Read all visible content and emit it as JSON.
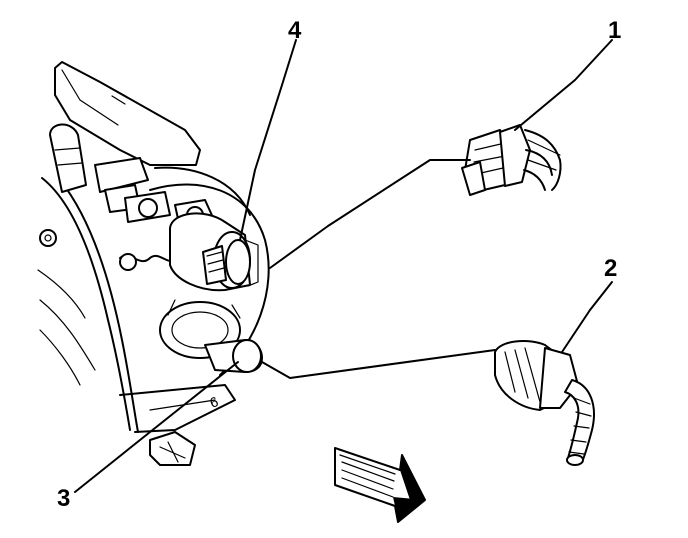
{
  "figure": {
    "callouts": [
      {
        "id": "1",
        "label": "1"
      },
      {
        "id": "2",
        "label": "2"
      },
      {
        "id": "3",
        "label": "3"
      },
      {
        "id": "4",
        "label": "4"
      }
    ],
    "casting_marking": "6",
    "colors": {
      "ink": "#000000",
      "paper": "#ffffff"
    }
  }
}
